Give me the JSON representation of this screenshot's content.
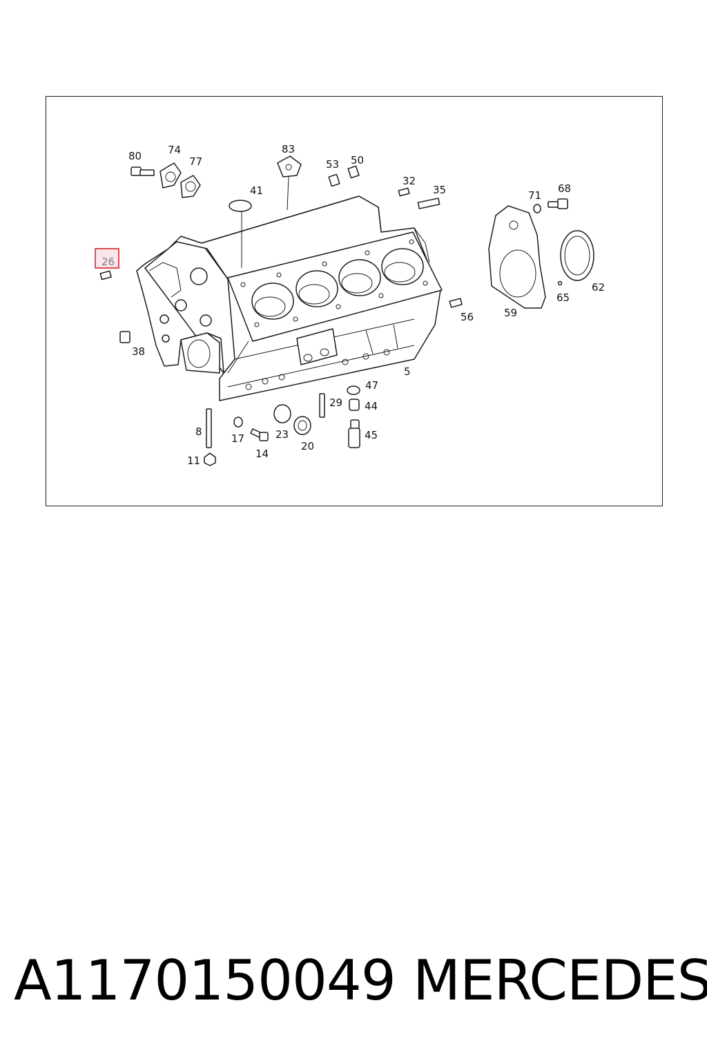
{
  "diagram": {
    "highlighted_part": "26",
    "labels": {
      "p80": "80",
      "p74": "74",
      "p77": "77",
      "p83": "83",
      "p53": "53",
      "p50": "50",
      "p41": "41",
      "p32": "32",
      "p35": "35",
      "p71": "71",
      "p68": "68",
      "p26": "26",
      "p62": "62",
      "p65": "65",
      "p56": "56",
      "p59": "59",
      "p38": "38",
      "p5": "5",
      "p47": "47",
      "p29": "29",
      "p44": "44",
      "p45": "45",
      "p8": "8",
      "p17": "17",
      "p23": "23",
      "p20": "20",
      "p14": "14",
      "p11": "11"
    },
    "colors": {
      "highlight_border": "#d8202a",
      "highlight_fill": "#f9e6ea",
      "line": "#1a1a1a"
    }
  },
  "footer": {
    "part_number": "A1170150049",
    "brand": "MERCEDES"
  }
}
